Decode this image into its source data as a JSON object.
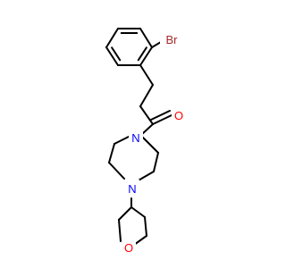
{
  "molecule": {
    "atoms": {
      "br": {
        "symbol": "Br",
        "color": "#a52a2a"
      },
      "o_carbonyl": {
        "symbol": "O",
        "color": "#ff0000"
      },
      "n_amide": {
        "symbol": "N",
        "color": "#0000ff"
      },
      "n_amine": {
        "symbol": "N",
        "color": "#0000ff"
      },
      "o_ring": {
        "symbol": "O",
        "color": "#ff0000"
      }
    },
    "bond_color": "#000000"
  }
}
